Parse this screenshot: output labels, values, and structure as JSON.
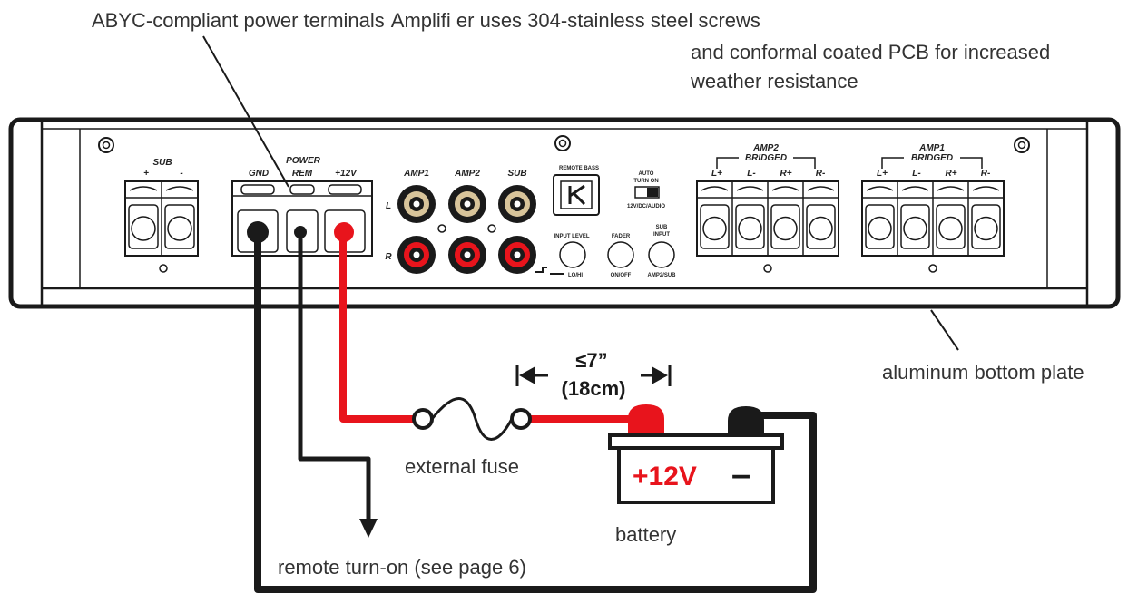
{
  "callouts": {
    "terminals": "ABYC-compliant power terminals",
    "screws_line1": "Amplifi er uses 304-stainless steel screws",
    "screws_line2": "and conformal coated PCB for increased",
    "screws_line3": "weather resistance",
    "bottom_plate": "aluminum bottom plate",
    "fuse": "external fuse",
    "battery": "battery",
    "remote": "remote turn-on (see page 6)",
    "distance_max": "≤7”",
    "distance_metric": "(18cm)"
  },
  "battery": {
    "positive": "+12V",
    "negative": "–"
  },
  "panel": {
    "sub_header": "SUB",
    "sub_plus": "+",
    "sub_minus": "-",
    "power_header": "POWER",
    "gnd": "GND",
    "rem": "REM",
    "v12": "+12V",
    "rca_amp1": "AMP1",
    "rca_amp2": "AMP2",
    "rca_sub": "SUB",
    "rca_l": "L",
    "rca_r": "R",
    "remote_bass": "REMOTE BASS",
    "auto_turn_on_1": "AUTO",
    "auto_turn_on_2": "TURN ON",
    "auto_turn_on_3": "12V/DC/AUDIO",
    "input_level": "INPUT LEVEL",
    "input_level_sub": "LO/HI",
    "fader": "FADER",
    "fader_sub": "ON/OFF",
    "sub_input_1": "SUB",
    "sub_input_2": "INPUT",
    "sub_input_sub": "AMP2/SUB",
    "amp2": "AMP2",
    "amp1": "AMP1",
    "bridged": "BRIDGED",
    "lplus": "L+",
    "lminus": "L-",
    "rplus": "R+",
    "rminus": "R-"
  },
  "colors": {
    "positive_wire": "#e8141c",
    "negative_wire": "#1a1a1a",
    "battery_plus": "#e8141c",
    "outline": "#1a1a1a"
  }
}
